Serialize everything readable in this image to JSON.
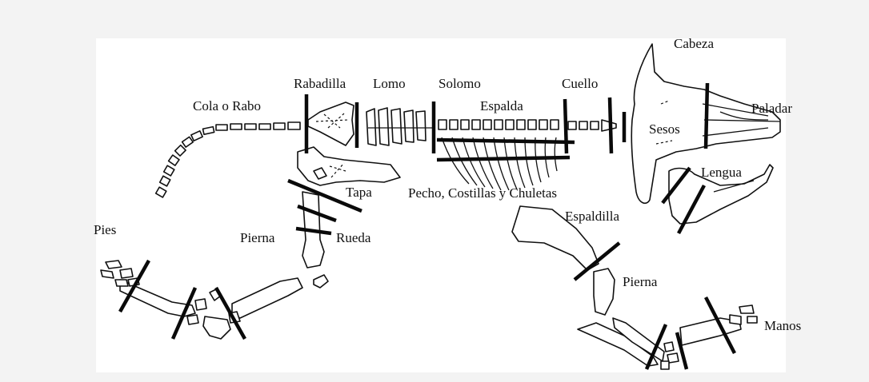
{
  "labels": {
    "cabeza": "Cabeza",
    "rabadilla": "Rabadilla",
    "lomo": "Lomo",
    "solomo": "Solomo",
    "cuello": "Cuello",
    "paladar": "Paladar",
    "cola": "Cola o Rabo",
    "espalda": "Espalda",
    "sesos": "Sesos",
    "lengua": "Lengua",
    "tapa": "Tapa",
    "pecho": "Pecho, Costillas y Chuletas",
    "espaldilla": "Espaldilla",
    "pies": "Pies",
    "pierna_trasera": "Pierna",
    "rueda": "Rueda",
    "pierna_delantera": "Pierna",
    "manos": "Manos"
  },
  "colors": {
    "line": "#111111",
    "background": "#f3f3f3",
    "panel": "#ffffff"
  }
}
